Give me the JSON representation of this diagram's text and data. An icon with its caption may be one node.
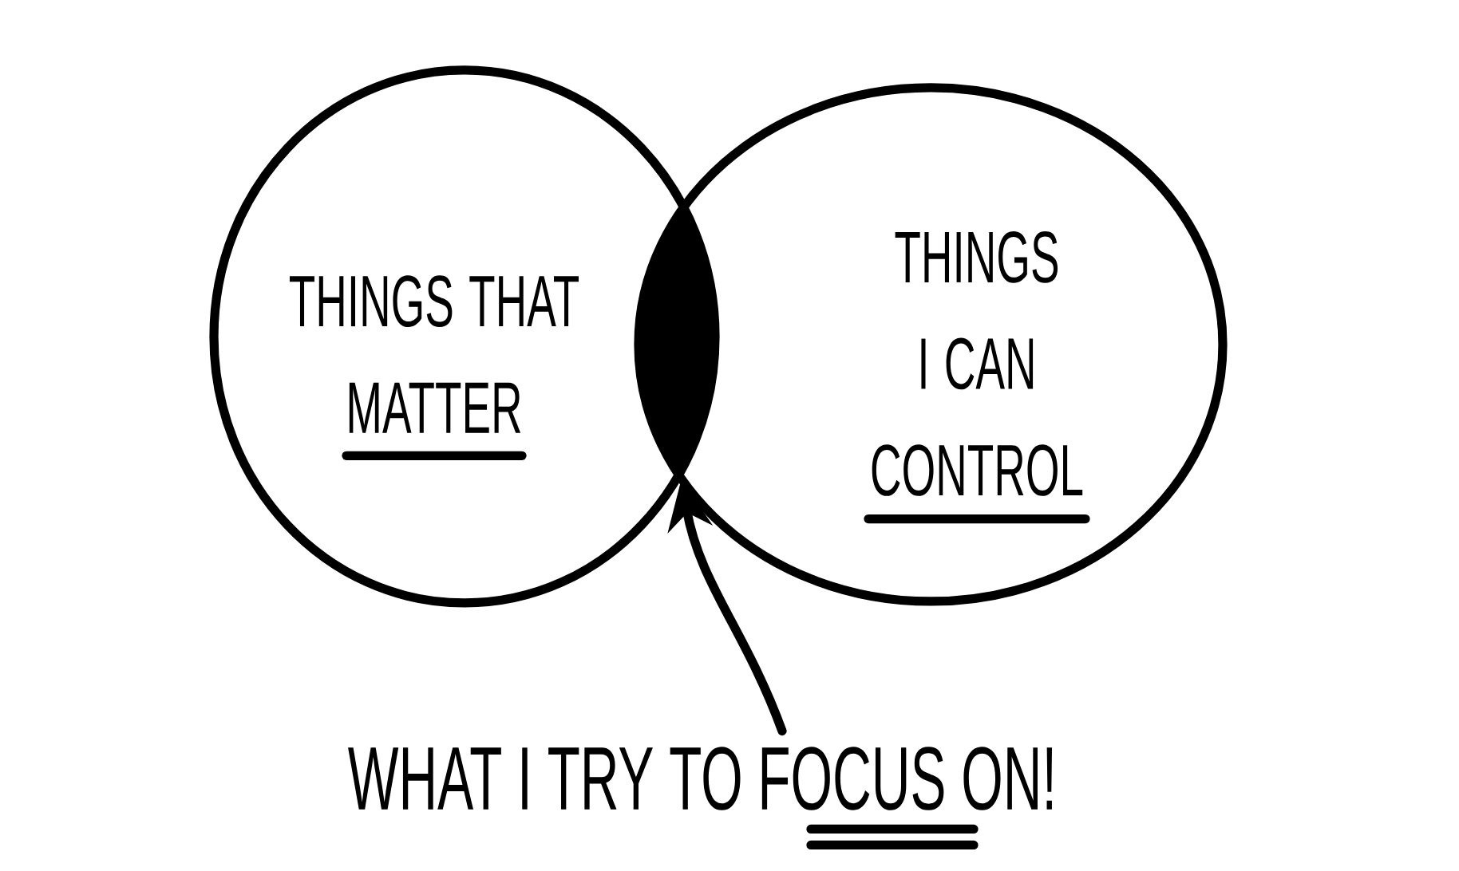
{
  "diagram": {
    "nodes": [
      {
        "text": [
          "THINGS THAT MATTER"
        ]
      },
      {
        "text": [
          "THINGS I CAN CONTROL"
        ]
      },
      {
        "text": [],
        "shape": "lens"
      },
      {
        "text": [
          "WHAT I TRY TO FOCUS ON!"
        ]
      }
    ],
    "edges": [
      {
        "from": 3,
        "to": 2,
        "arrow": "to"
      }
    ]
  }
}
